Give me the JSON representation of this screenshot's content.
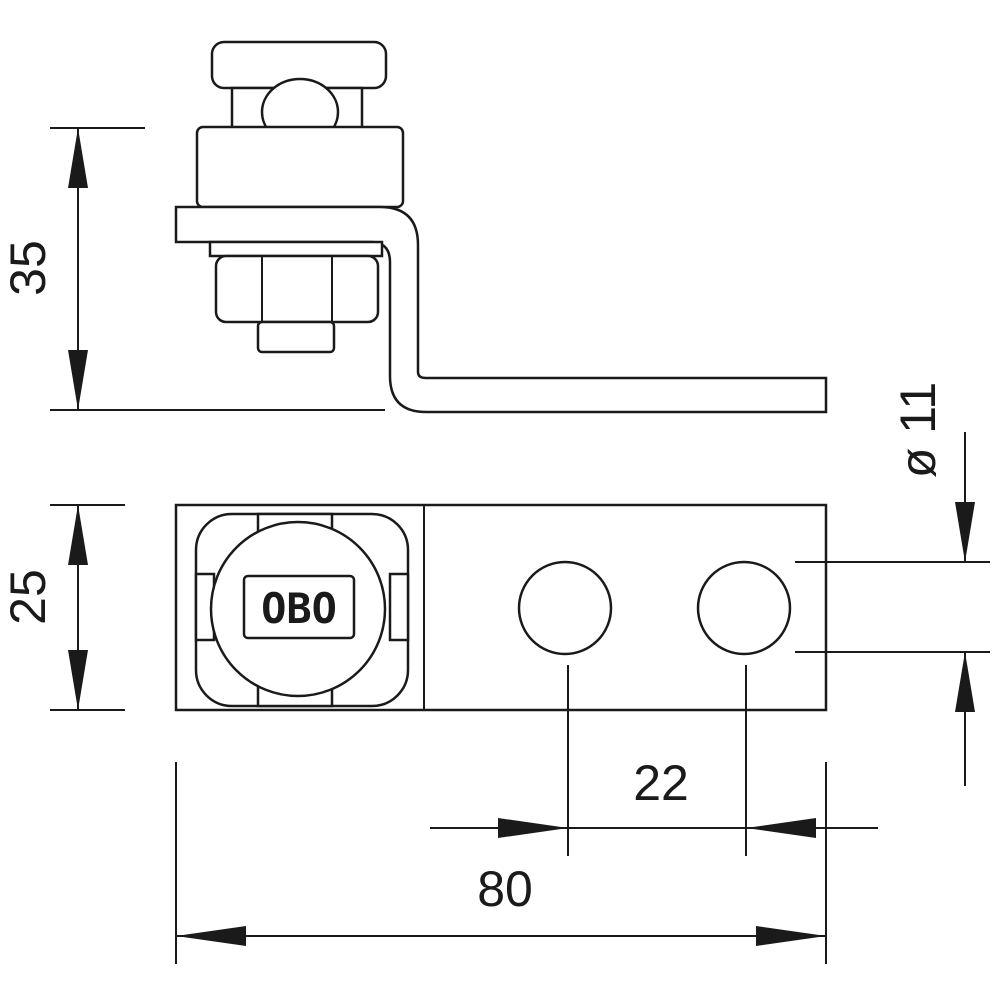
{
  "dimensions": {
    "height_side": "35",
    "width_top": "25",
    "hole_diameter": "ø 11",
    "hole_spacing": "22",
    "total_length": "80"
  },
  "logo": "OBO"
}
